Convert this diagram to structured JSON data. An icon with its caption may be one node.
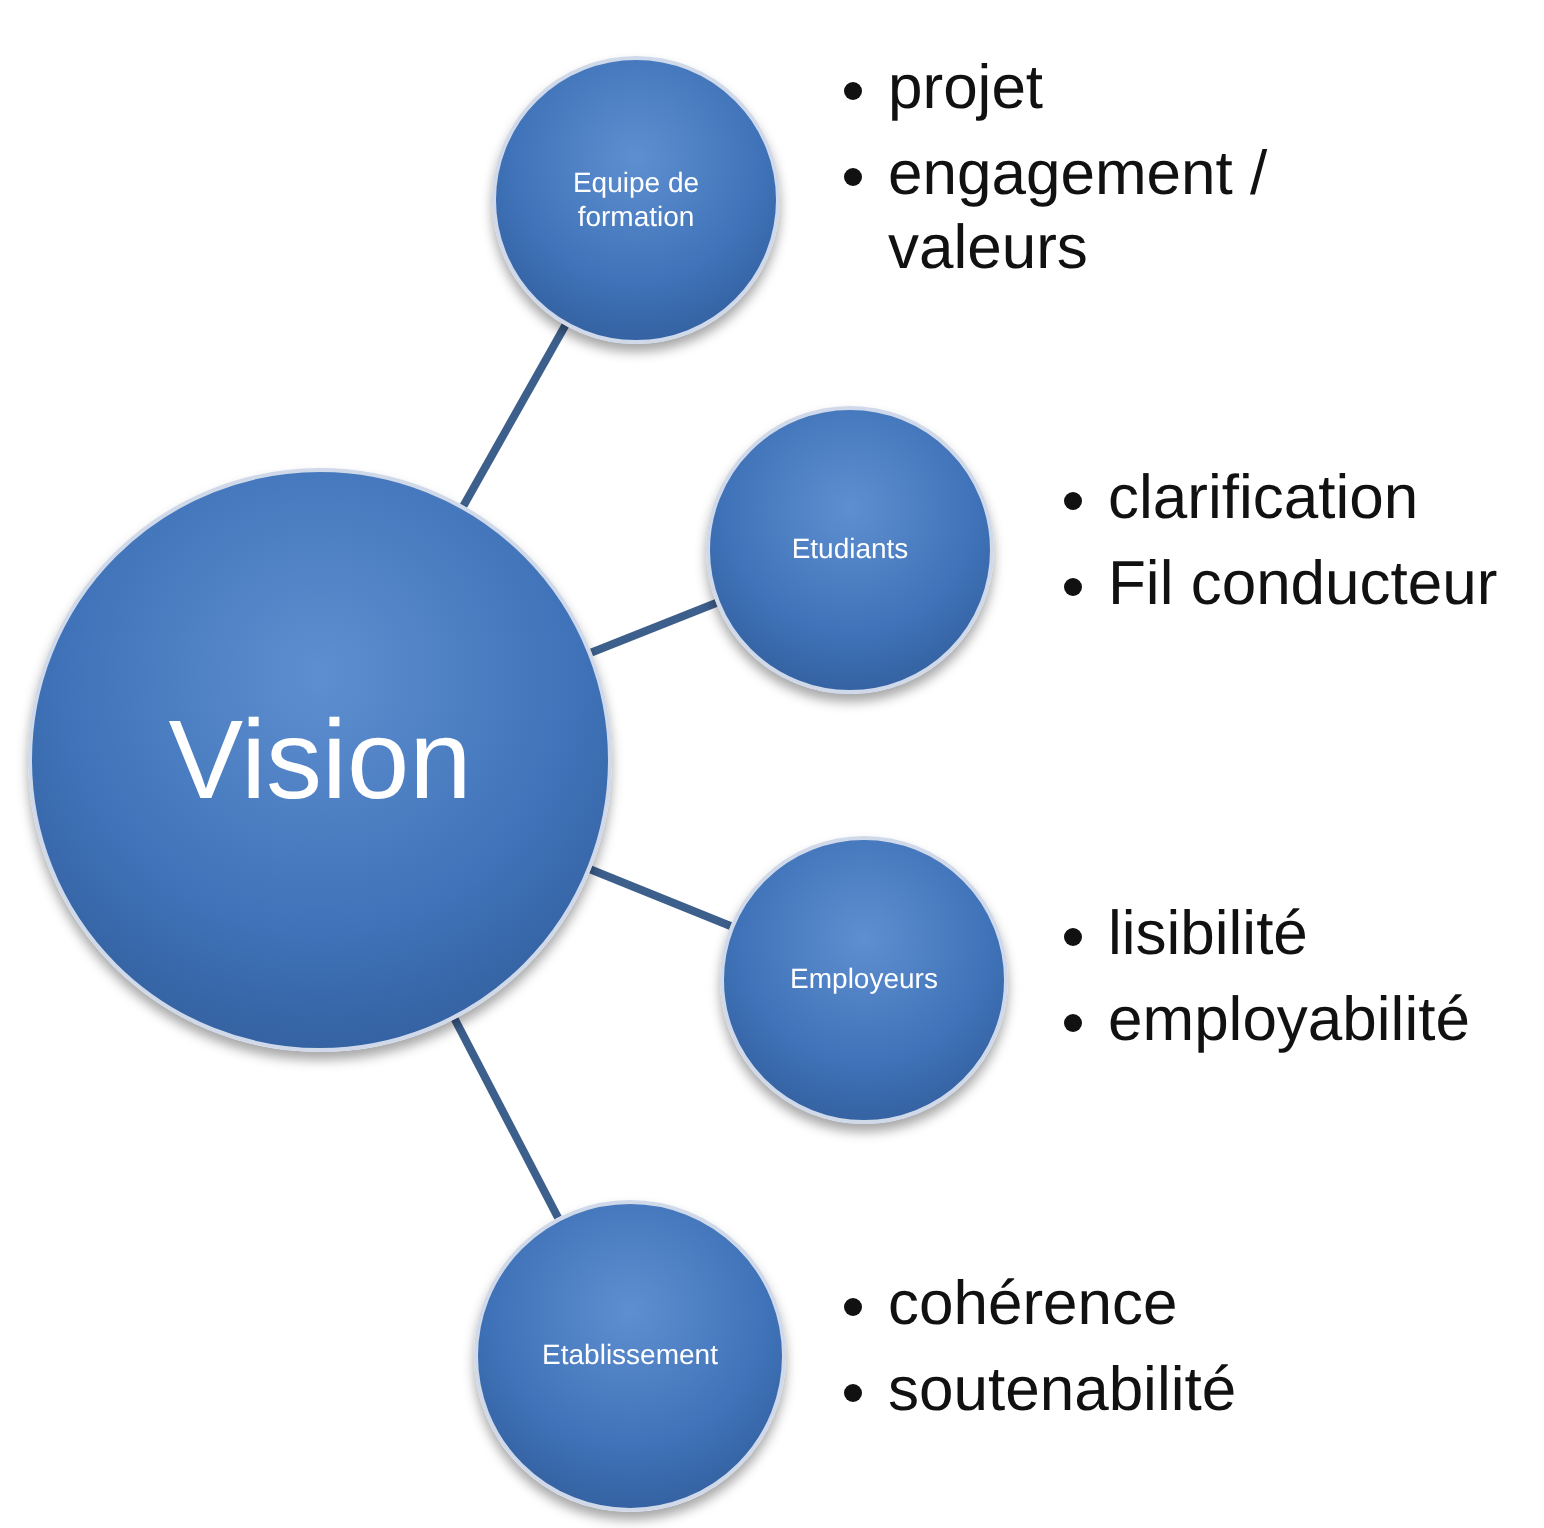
{
  "diagram": {
    "nodes": [
      {
        "text": [
          "Vision"
        ]
      },
      {
        "text": [
          "Equipe de formation"
        ],
        "beside": [
          "projet",
          "engagement / valeurs"
        ]
      },
      {
        "text": [
          "Etudiants"
        ],
        "beside": [
          "clarification",
          "Fil conducteur"
        ]
      },
      {
        "text": [
          "Employeurs"
        ],
        "beside": [
          "lisibilité",
          "employabilité"
        ]
      },
      {
        "text": [
          "Etablissement"
        ],
        "beside": [
          "cohérence",
          "soutenabilité"
        ]
      }
    ],
    "edges": [
      {
        "from": 0,
        "to": 1,
        "arrow": "none"
      },
      {
        "from": 0,
        "to": 2,
        "arrow": "none"
      },
      {
        "from": 0,
        "to": 3,
        "arrow": "none"
      },
      {
        "from": 0,
        "to": 4,
        "arrow": "none"
      }
    ]
  }
}
